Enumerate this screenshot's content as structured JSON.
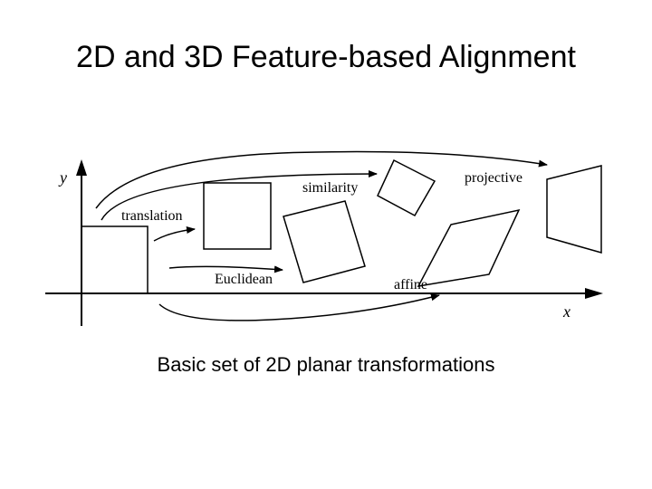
{
  "slide": {
    "title": "2D and 3D Feature-based Alignment",
    "caption": "Basic set of 2D planar transformations"
  },
  "diagram": {
    "axis_y_label": "y",
    "axis_x_label": "x",
    "labels": {
      "translation": "translation",
      "similarity": "similarity",
      "projective": "projective",
      "euclidean": "Euclidean",
      "affine": "affine"
    },
    "stroke_color": "#000000"
  }
}
